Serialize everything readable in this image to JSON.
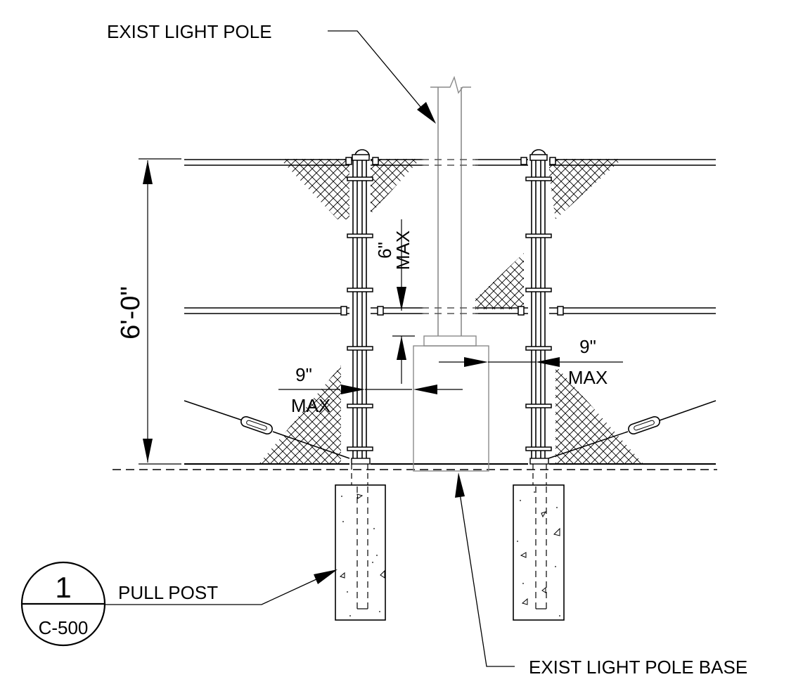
{
  "labels": {
    "exist_light_pole": "EXIST LIGHT POLE",
    "exist_light_pole_base": "EXIST LIGHT POLE BASE",
    "pull_post": "PULL POST",
    "height_dim": "6'-0\"",
    "six_inch": "6\"",
    "max_a": "MAX",
    "nine_left": "9\"",
    "max_left": "MAX",
    "nine_right": "9\"",
    "max_right": "MAX"
  },
  "detail_callout": {
    "number": "1",
    "sheet": "C-500"
  }
}
